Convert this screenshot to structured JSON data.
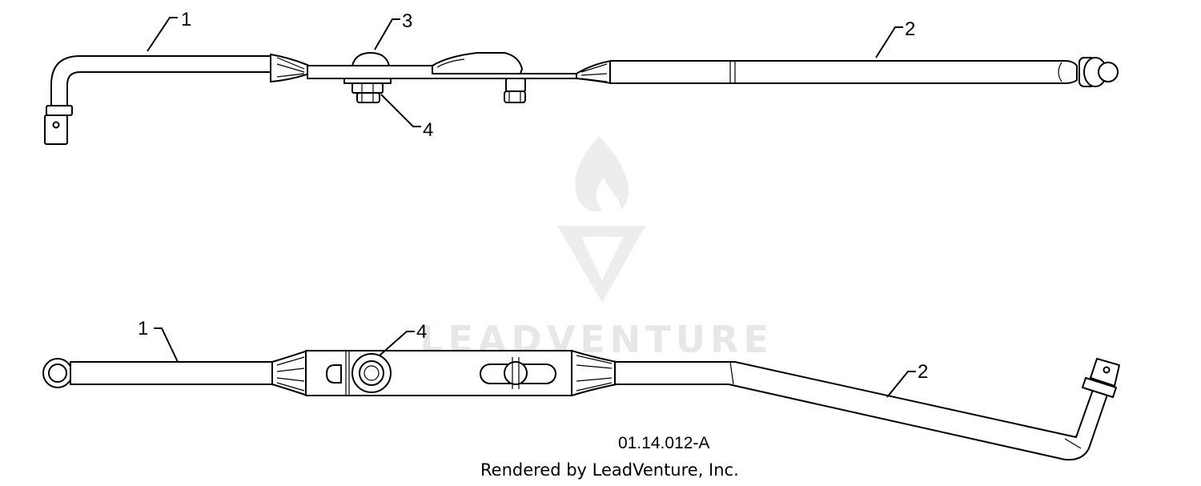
{
  "callouts": {
    "top": {
      "part_1": "1",
      "part_2": "2",
      "part_3": "3",
      "part_4": "4"
    },
    "bottom": {
      "part_1": "1",
      "part_2": "2",
      "part_4": "4"
    }
  },
  "watermark": {
    "text": "LEADVENTURE"
  },
  "footer": {
    "diagram_code": "01.14.012-A",
    "credit": "Rendered by LeadVenture, Inc."
  }
}
